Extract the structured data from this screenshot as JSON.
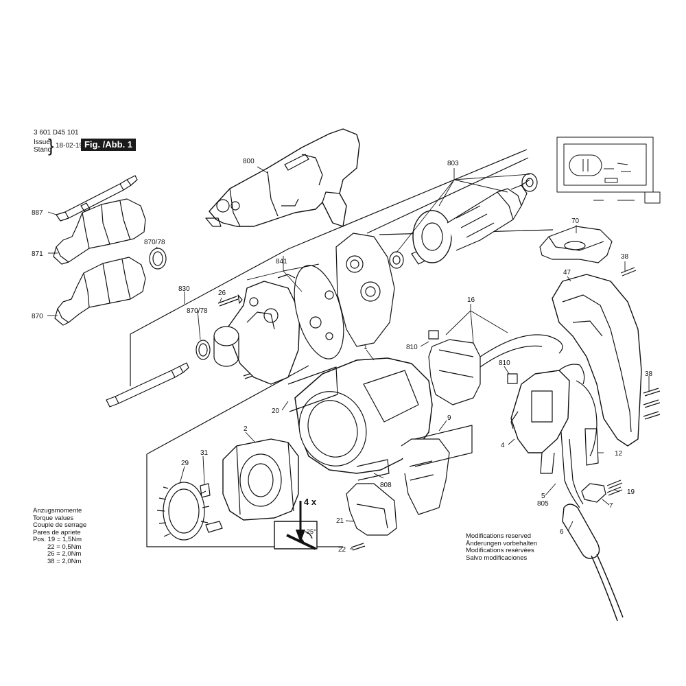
{
  "header": {
    "part_number": "3 601 D45 101",
    "issue_label": "Issue",
    "stand_label": "Stand",
    "date": "18-02-19",
    "figure_label": "Fig. /Abb. 1"
  },
  "torque_block": {
    "lines": [
      "Anzugsmomente",
      "Torque values",
      "Couple de serrage",
      "Pares de apriete",
      "Pos. 19 = 1,5Nm",
      "22 = 0,5Nm",
      "26 = 2,0Nm",
      "38 = 2,0Nm"
    ]
  },
  "modifications_block": {
    "lines": [
      "Modifications reserved",
      "Änderungen vorbehalten",
      "Modifications resérvées",
      "Salvo modificaciones"
    ]
  },
  "assembly_note": {
    "multiplier": "4 x",
    "angle": "25°"
  },
  "callouts": [
    "800",
    "803",
    "887",
    "871",
    "870/78",
    "841",
    "830",
    "26",
    "870/78",
    "870",
    "70",
    "38",
    "47",
    "16",
    "810",
    "810",
    "1",
    "20",
    "9",
    "38",
    "2",
    "31",
    "29",
    "4",
    "12",
    "808",
    "21",
    "5",
    "805",
    "7",
    "19",
    "6",
    "22"
  ]
}
